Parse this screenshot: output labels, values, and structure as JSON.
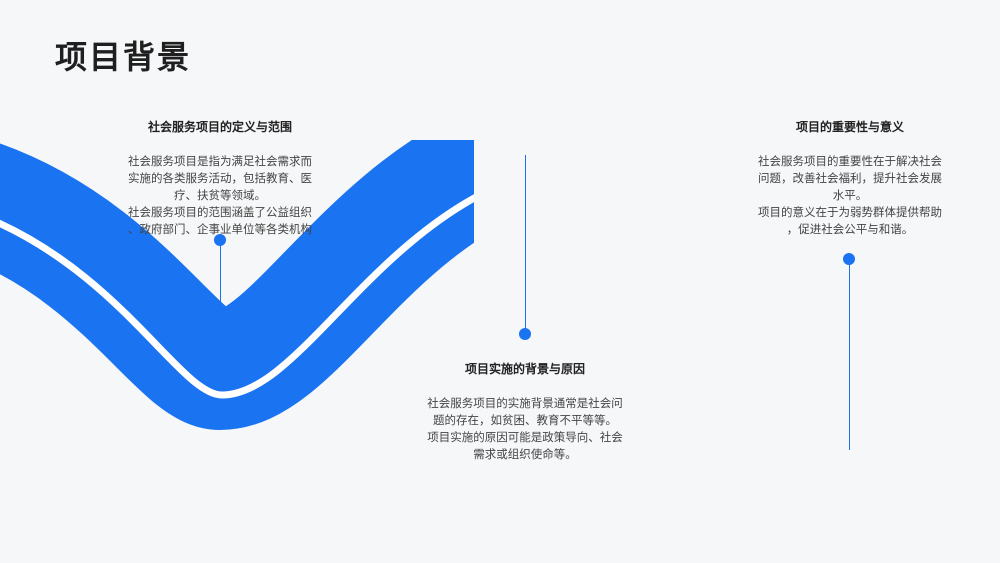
{
  "page": {
    "title": "项目背景",
    "accent_color": "#1a73f0"
  },
  "sections": [
    {
      "heading": "社会服务项目的定义与范围",
      "body": "社会服务项目是指为满足社会需求而\n实施的各类服务活动，包括教育、医\n疗、扶贫等领域。\n社会服务项目的范围涵盖了公益组织\n、政府部门、企事业单位等各类机构"
    },
    {
      "heading": "项目实施的背景与原因",
      "body": "社会服务项目的实施背景通常是社会问\n题的存在，如贫困、教育不平等等。\n项目实施的原因可能是政策导向、社会\n需求或组织使命等。"
    },
    {
      "heading": "项目的重要性与意义",
      "body": "社会服务项目的重要性在于解决社会\n问题，改善社会福利，提升社会发展\n水平。\n项目的意义在于为弱势群体提供帮助\n，促进社会公平与和谐。"
    }
  ]
}
